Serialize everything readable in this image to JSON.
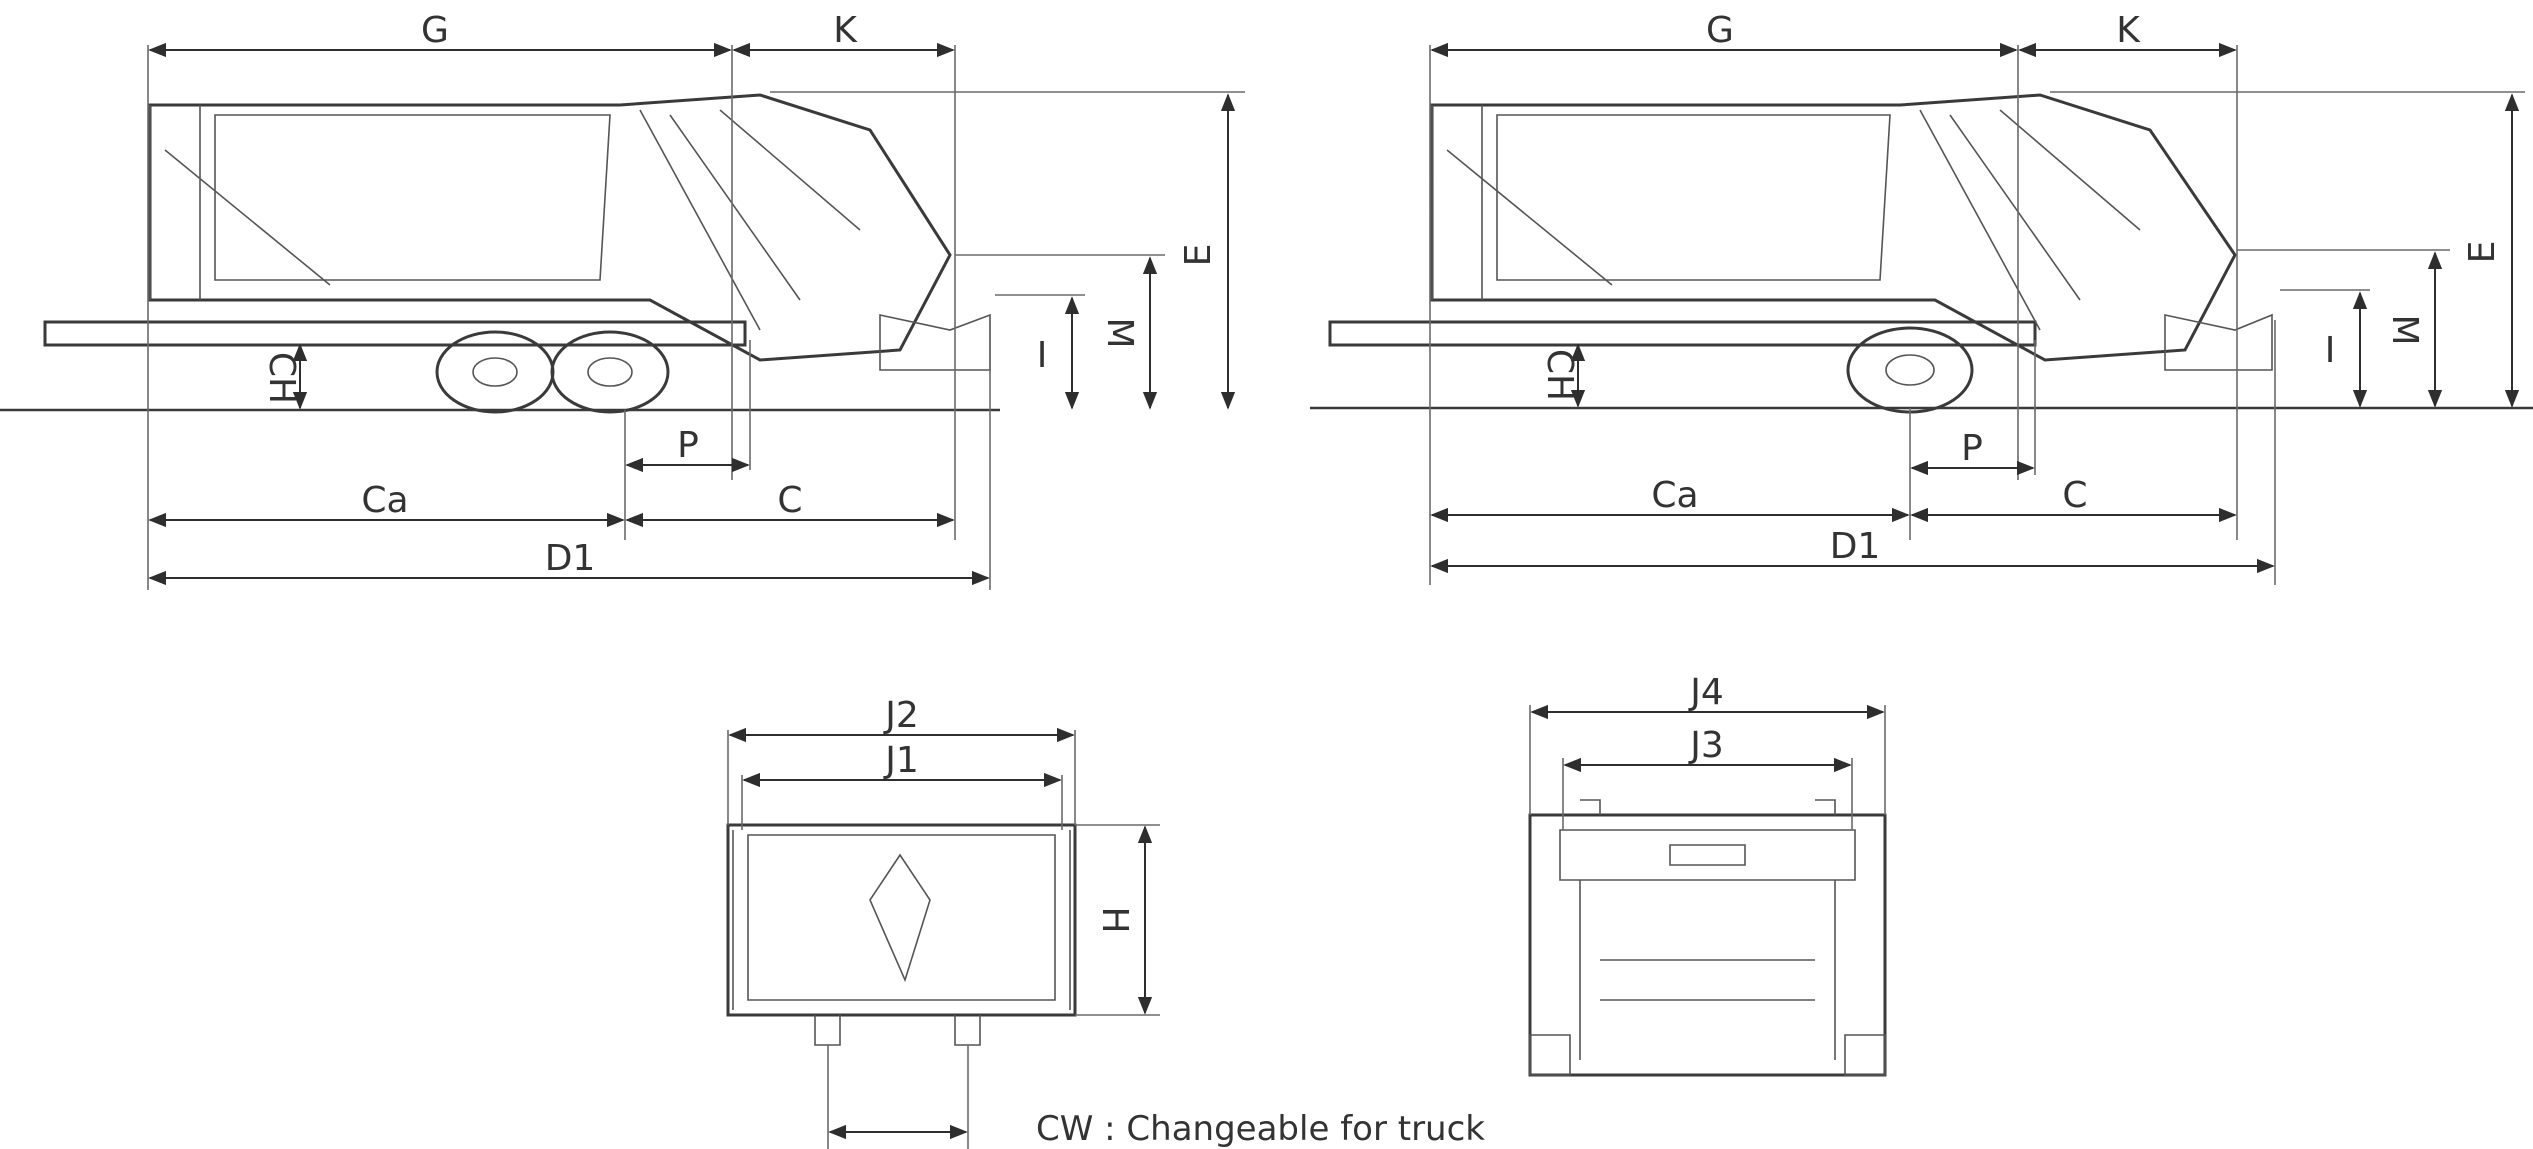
{
  "labels": {
    "g": "G",
    "k": "K",
    "e": "E",
    "m": "M",
    "i": "I",
    "ch": "CH",
    "p": "P",
    "ca": "Ca",
    "c": "C",
    "d1": "D1",
    "j1": "J1",
    "j2": "J2",
    "j3": "J3",
    "j4": "J4",
    "h": "H"
  },
  "caption": "CW : Changeable for truck"
}
